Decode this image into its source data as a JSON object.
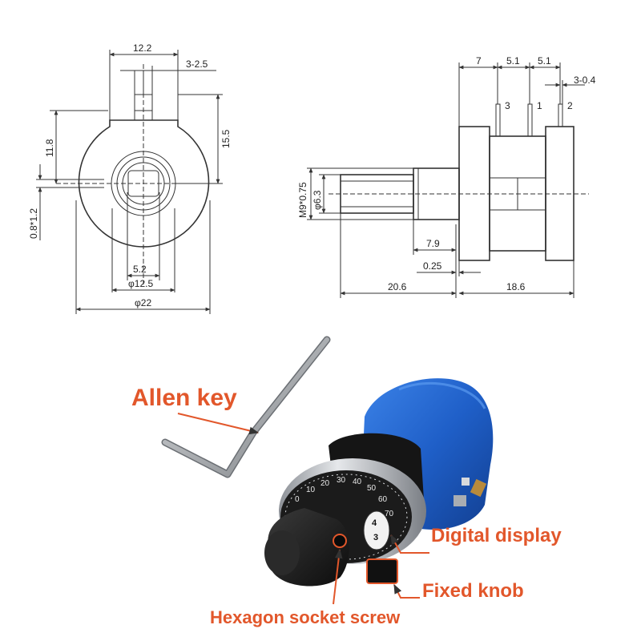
{
  "front_view": {
    "dims": {
      "top_width": "12.2",
      "terminal_spacing": "3-2.5",
      "height_left": "11.8",
      "height_right": "15.5",
      "terminal_thickness": "0.8*1.2",
      "shaft_flat": "5.2",
      "bushing_dia": "φ12.5",
      "body_dia": "φ22"
    }
  },
  "side_view": {
    "dims": {
      "d1": "7",
      "d2": "5.1",
      "d3": "5.1",
      "pin_size": "3-0.4",
      "thread": "M9*0.75",
      "shaft_dia": "φ6.3",
      "bushing_len": "7.9",
      "gap": "0.25",
      "shaft_len": "20.6",
      "body_len": "18.6"
    },
    "pins": [
      "3",
      "1",
      "2"
    ]
  },
  "photo": {
    "callouts": {
      "allen_key": "Allen key",
      "digital_display": "Digital display",
      "fixed_knob": "Fixed knob",
      "hex_screw": "Hexagon socket screw"
    },
    "dial_numbers": [
      "0",
      "10",
      "20",
      "30",
      "40",
      "50",
      "60",
      "70"
    ],
    "counter_digits": [
      "4",
      "3"
    ],
    "colors": {
      "callout_text": "#e2572b",
      "body_blue": "#1f5fc8",
      "knob_black": "#1a1a1a",
      "dial_silver": "#c9cdd2"
    }
  }
}
